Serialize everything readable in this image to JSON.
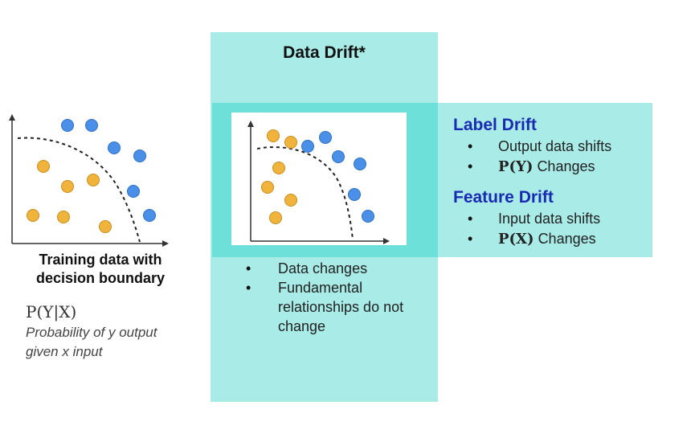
{
  "diagram": {
    "data_drift": {
      "title": "Data Drift*",
      "bullets": [
        "Data changes",
        "Fundamental relationships do not change"
      ]
    },
    "training": {
      "caption_line1": "Training data with",
      "caption_line2": "decision boundary",
      "formula": "P(Y|X)",
      "description": "Probability of y output given x input"
    },
    "label_drift": {
      "title": "Label Drift",
      "item1": "Output data shifts",
      "item2_math": "P(Y)",
      "item2_text": "Changes"
    },
    "feature_drift": {
      "title": "Feature Drift",
      "item1": "Input data shifts",
      "item2_math": "P(X)",
      "item2_text": "Changes"
    },
    "colors": {
      "teal_band": "#a8ebe7",
      "teal_overlap": "#6ee0da",
      "heading_blue": "#1a2bb3",
      "point_blue": "#4a90e8",
      "point_orange": "#f0b43c"
    },
    "point_classes": [
      "blue",
      "orange"
    ]
  }
}
